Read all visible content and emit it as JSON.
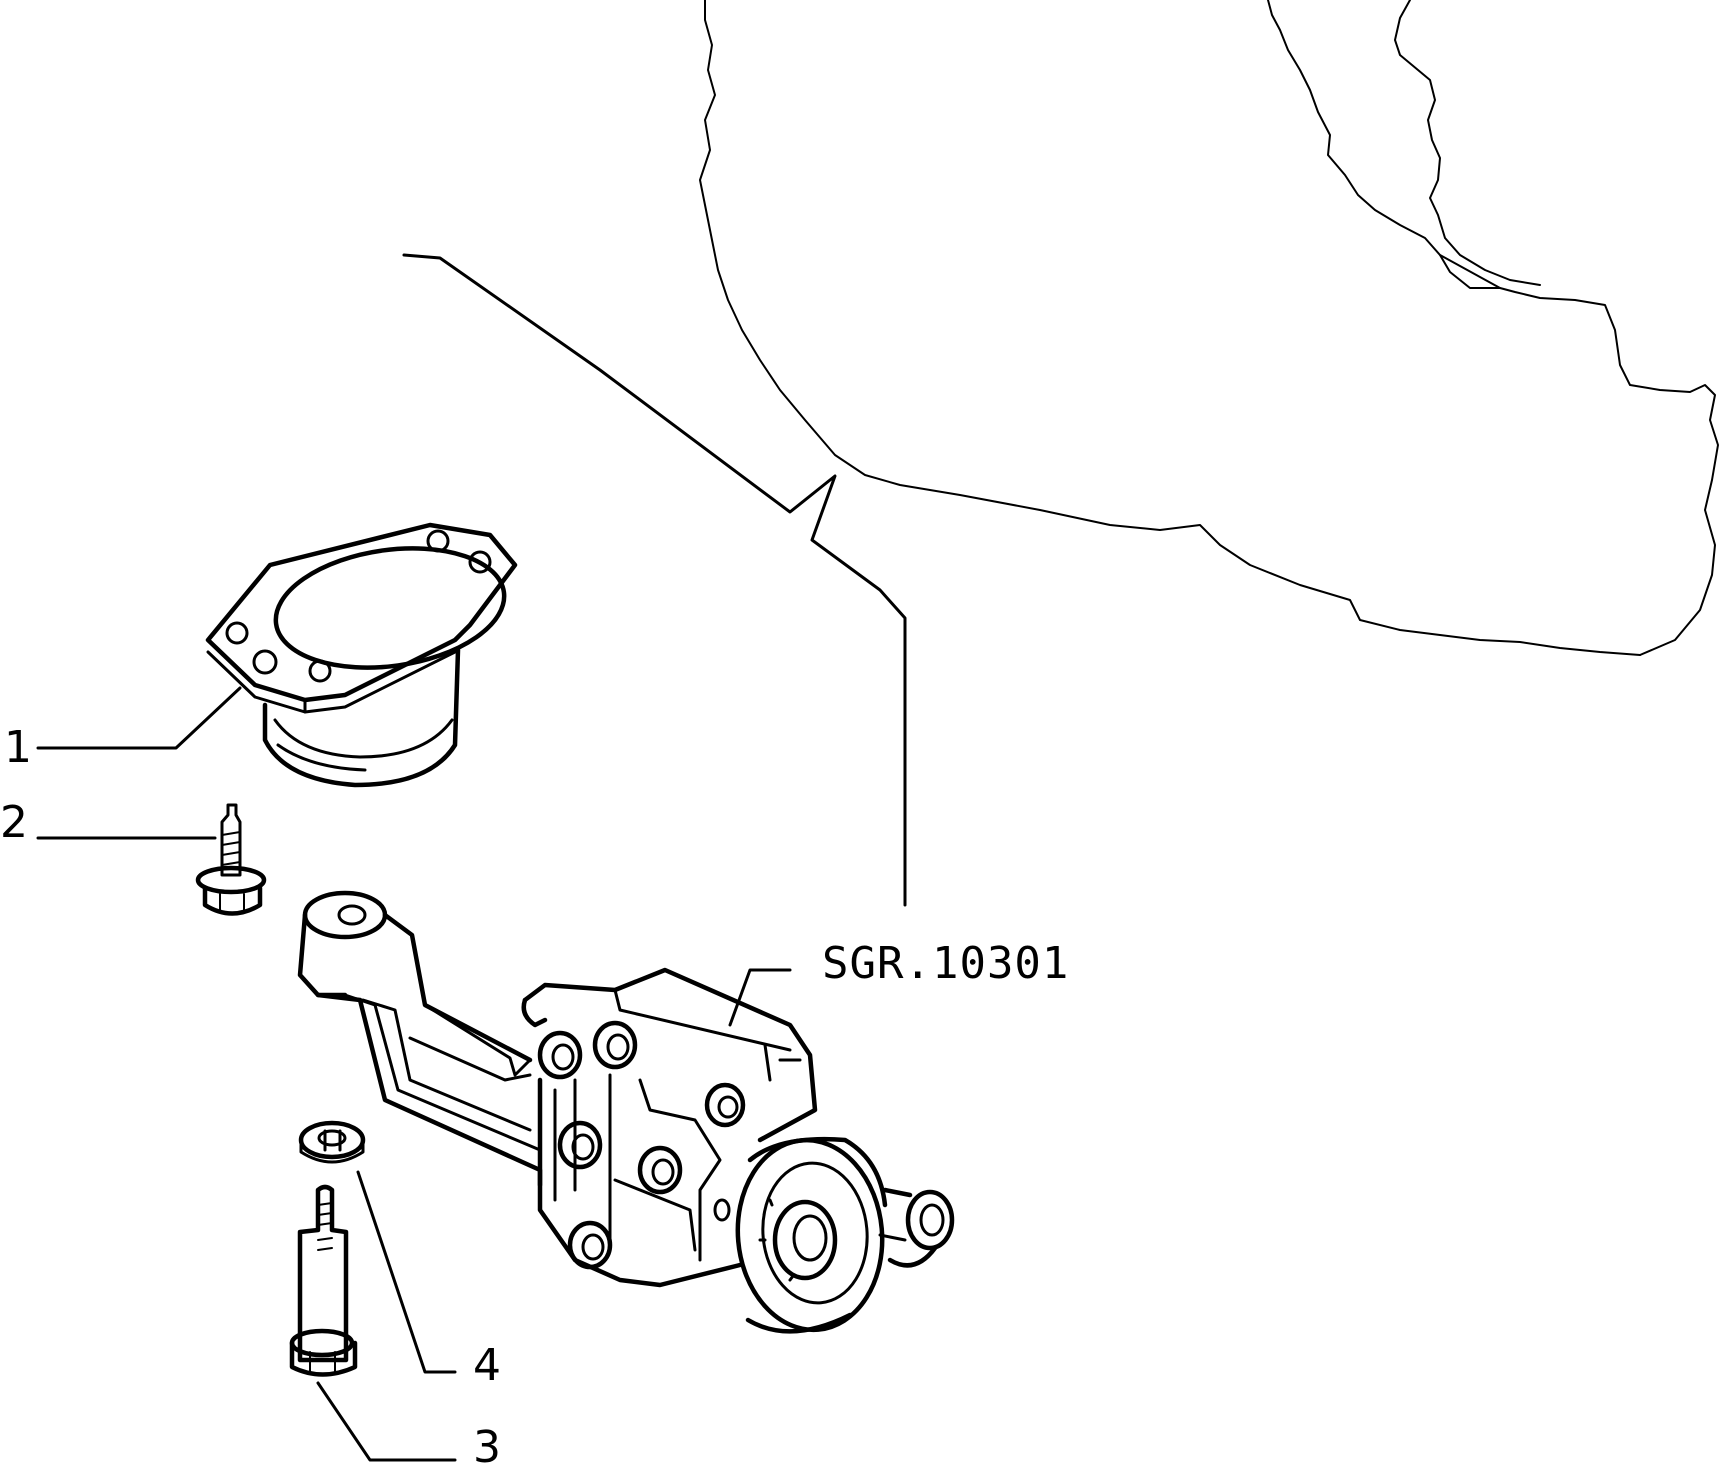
{
  "callouts": {
    "c1": "1",
    "c2": "2",
    "c3": "3",
    "c4": "4"
  },
  "reference": {
    "code": "SGR.10301"
  },
  "colors": {
    "line": "#000000",
    "background": "#ffffff"
  }
}
